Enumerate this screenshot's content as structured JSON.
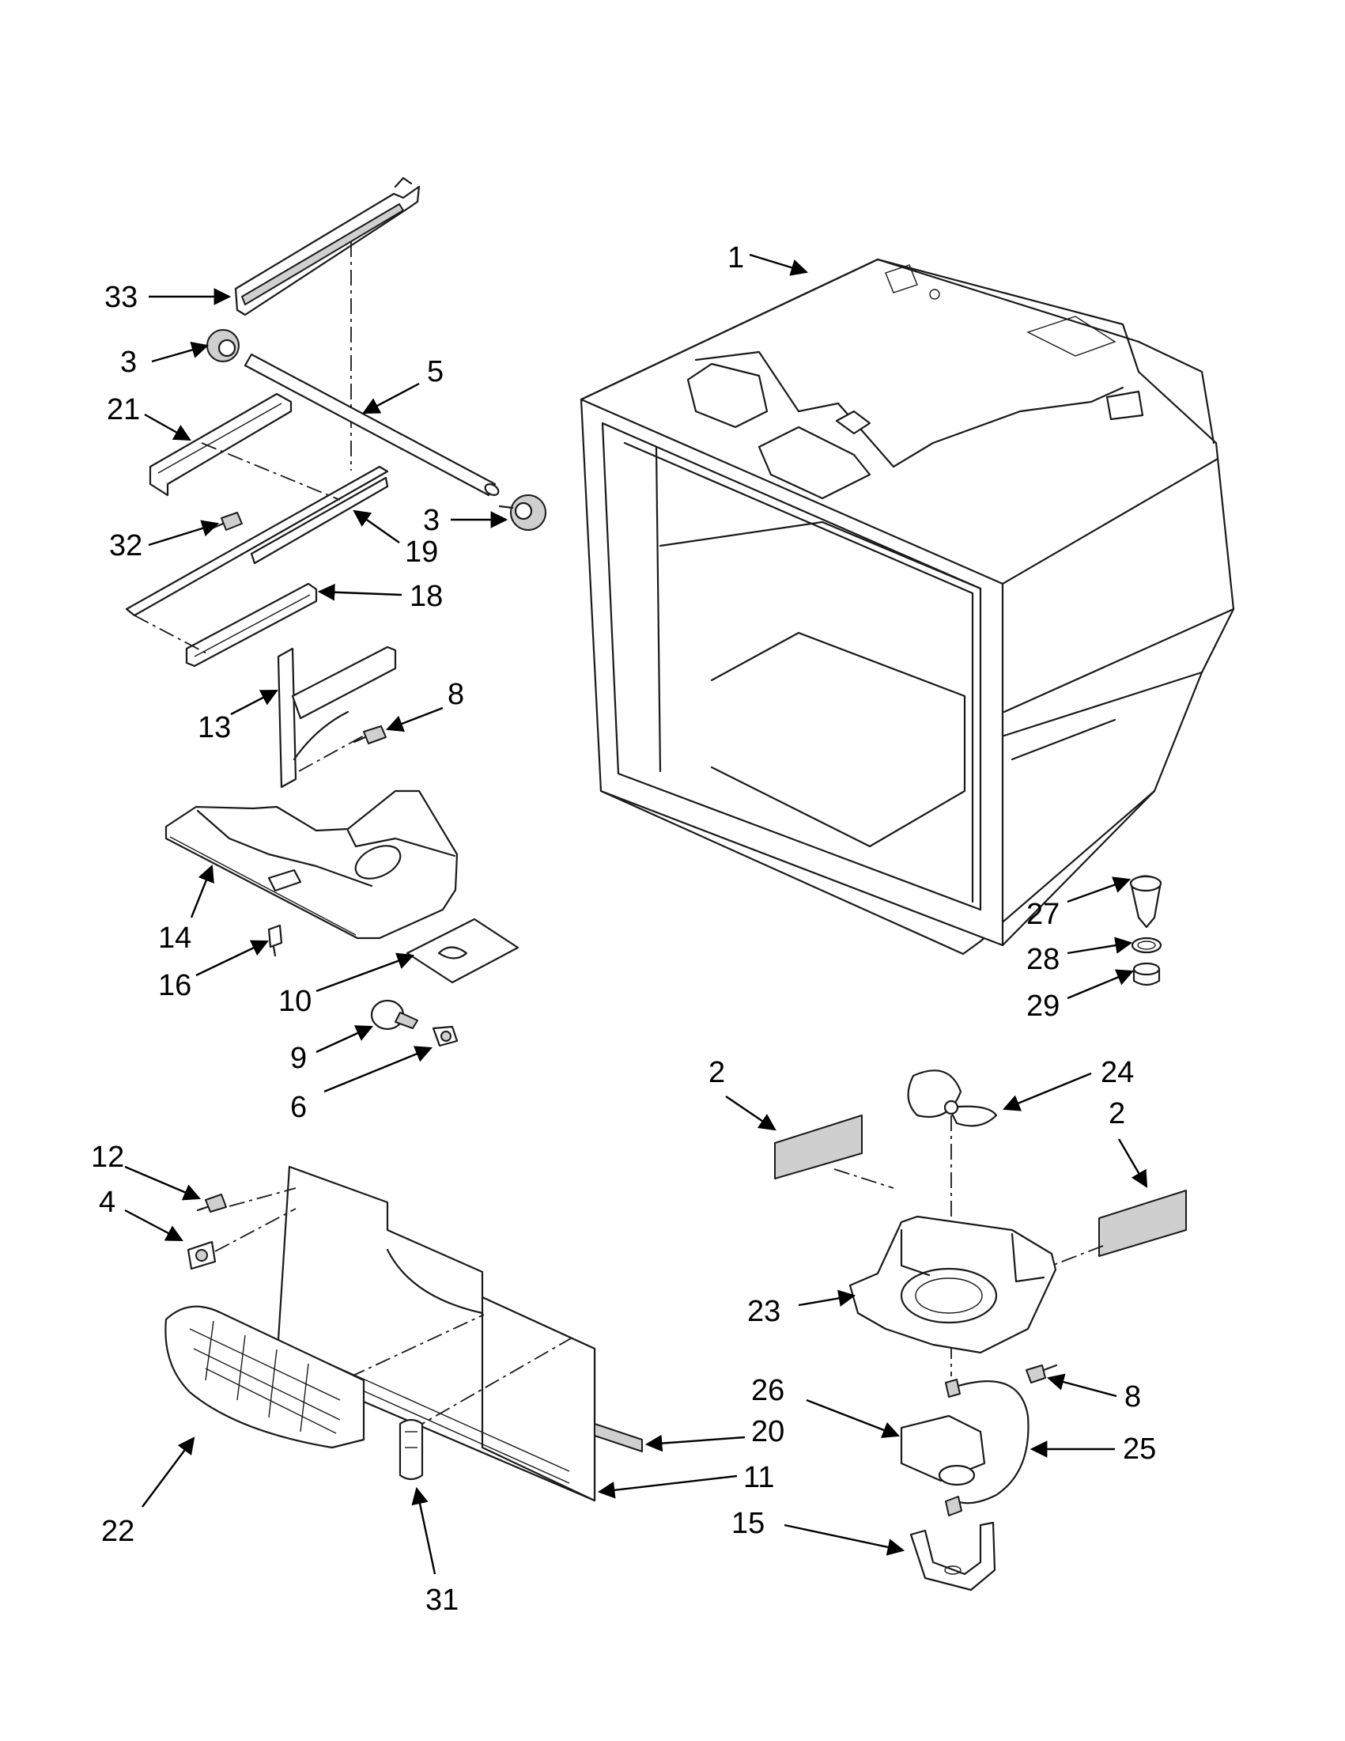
{
  "callouts": [
    {
      "id": "c33",
      "label": "33"
    },
    {
      "id": "c3a",
      "label": "3"
    },
    {
      "id": "c5",
      "label": "5"
    },
    {
      "id": "c21",
      "label": "21"
    },
    {
      "id": "c32",
      "label": "32"
    },
    {
      "id": "c19",
      "label": "19"
    },
    {
      "id": "c3b",
      "label": "3"
    },
    {
      "id": "c18",
      "label": "18"
    },
    {
      "id": "c13",
      "label": "13"
    },
    {
      "id": "c8a",
      "label": "8"
    },
    {
      "id": "c14",
      "label": "14"
    },
    {
      "id": "c16",
      "label": "16"
    },
    {
      "id": "c10",
      "label": "10"
    },
    {
      "id": "c9",
      "label": "9"
    },
    {
      "id": "c6",
      "label": "6"
    },
    {
      "id": "c1",
      "label": "1"
    },
    {
      "id": "c27",
      "label": "27"
    },
    {
      "id": "c28",
      "label": "28"
    },
    {
      "id": "c29",
      "label": "29"
    },
    {
      "id": "c2a",
      "label": "2"
    },
    {
      "id": "c24",
      "label": "24"
    },
    {
      "id": "c2b",
      "label": "2"
    },
    {
      "id": "c23",
      "label": "23"
    },
    {
      "id": "c8b",
      "label": "8"
    },
    {
      "id": "c26",
      "label": "26"
    },
    {
      "id": "c25",
      "label": "25"
    },
    {
      "id": "c20",
      "label": "20"
    },
    {
      "id": "c11",
      "label": "11"
    },
    {
      "id": "c15",
      "label": "15"
    },
    {
      "id": "c12",
      "label": "12"
    },
    {
      "id": "c4",
      "label": "4"
    },
    {
      "id": "c22",
      "label": "22"
    },
    {
      "id": "c31",
      "label": "31"
    }
  ]
}
